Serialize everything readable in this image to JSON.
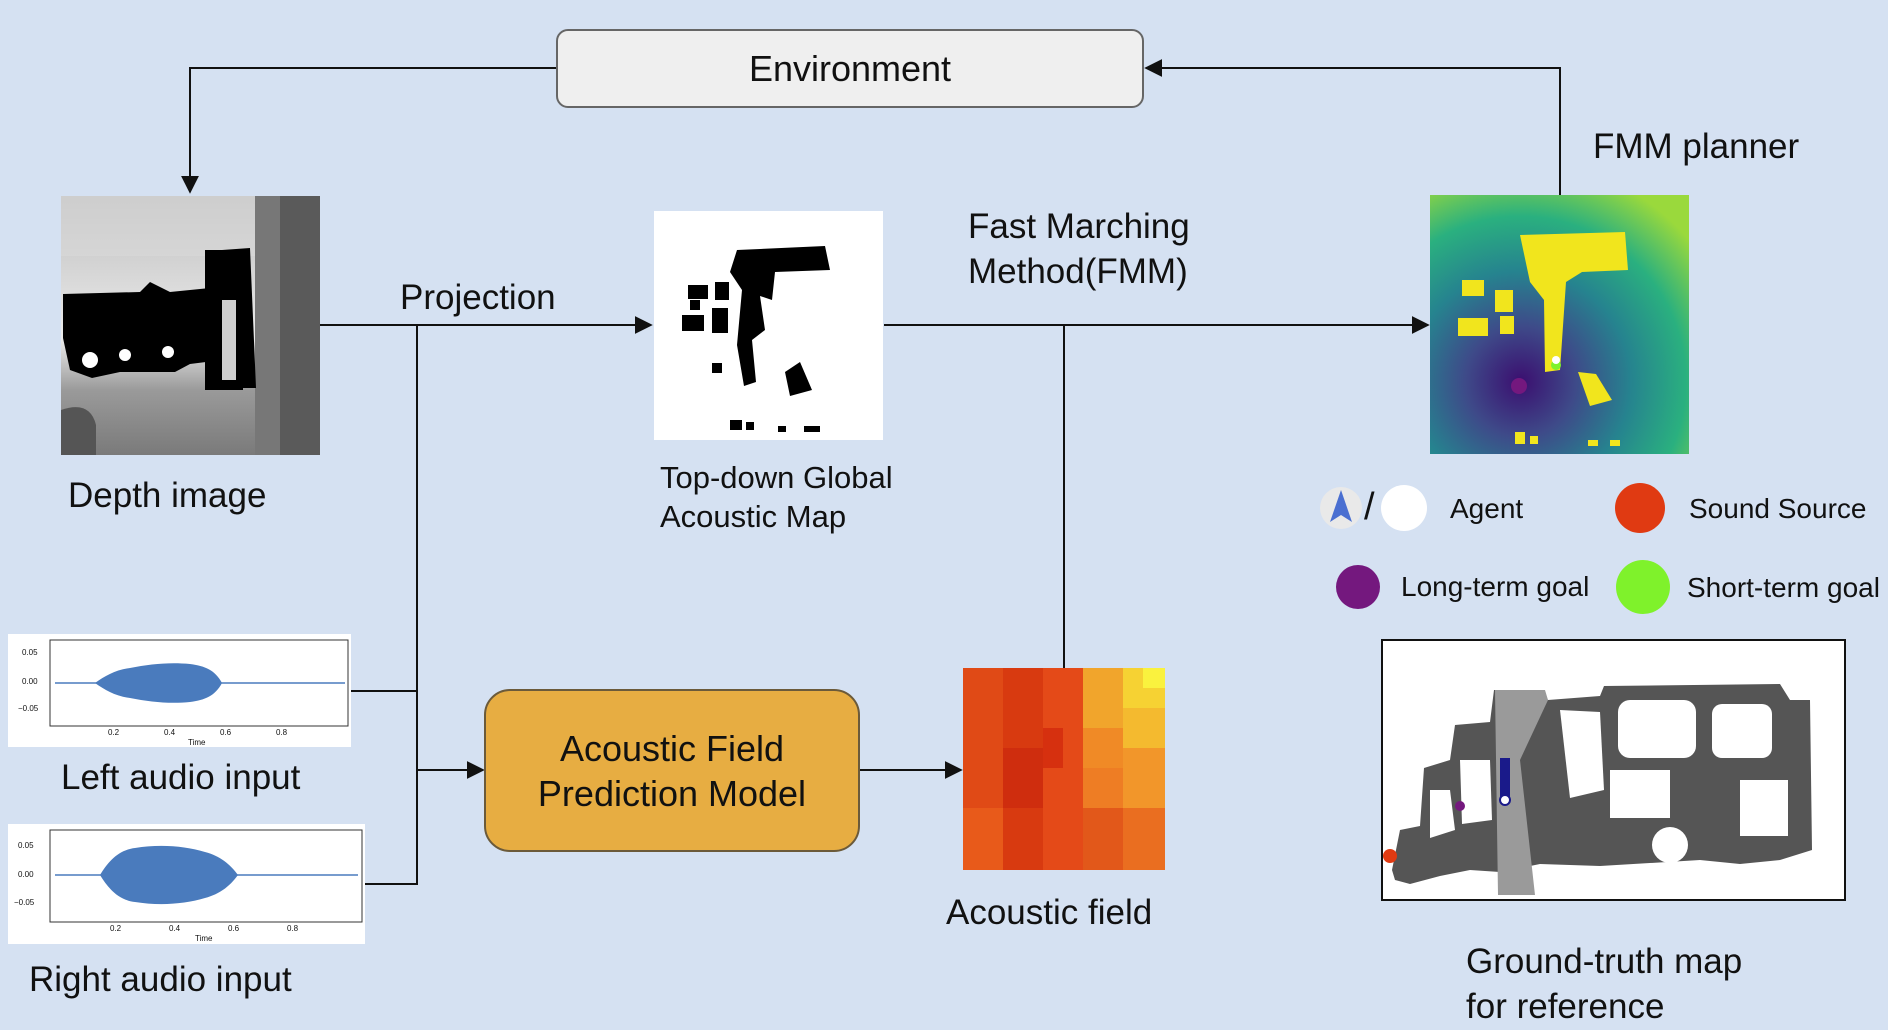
{
  "nodes": {
    "environment": "Environment",
    "acoustic_model": {
      "line1": "Acoustic Field",
      "line2": "Prediction Model"
    }
  },
  "labels": {
    "depth_image": "Depth image",
    "projection": "Projection",
    "topdown_line1": "Top-down Global",
    "topdown_line2": "Acoustic Map",
    "fmm_line1": "Fast Marching",
    "fmm_line2": "Method(FMM)",
    "fmm_planner": "FMM planner",
    "left_audio": "Left audio input",
    "right_audio": "Right audio input",
    "acoustic_field": "Acoustic field",
    "gt_line1": "Ground-truth map",
    "gt_line2": "for reference"
  },
  "legend": {
    "slash": "/",
    "agent": "Agent",
    "sound_source": "Sound Source",
    "long_term_goal": "Long-term goal",
    "short_term_goal": "Short-term goal"
  },
  "audio_axes": {
    "yticks": [
      "0.05",
      "0.00",
      "−0.05"
    ],
    "xticks": [
      "0.2",
      "0.4",
      "0.6",
      "0.8"
    ],
    "xlabel": "Time"
  },
  "colors": {
    "background": "#d5e1f2",
    "agent_arrow": "#4a6fd1",
    "sound_source": "#e03a12",
    "long_term_goal": "#74187e",
    "short_term_goal": "#7ff22b",
    "model_box": "#e7ad42",
    "waveform": "#4a7bbd"
  }
}
